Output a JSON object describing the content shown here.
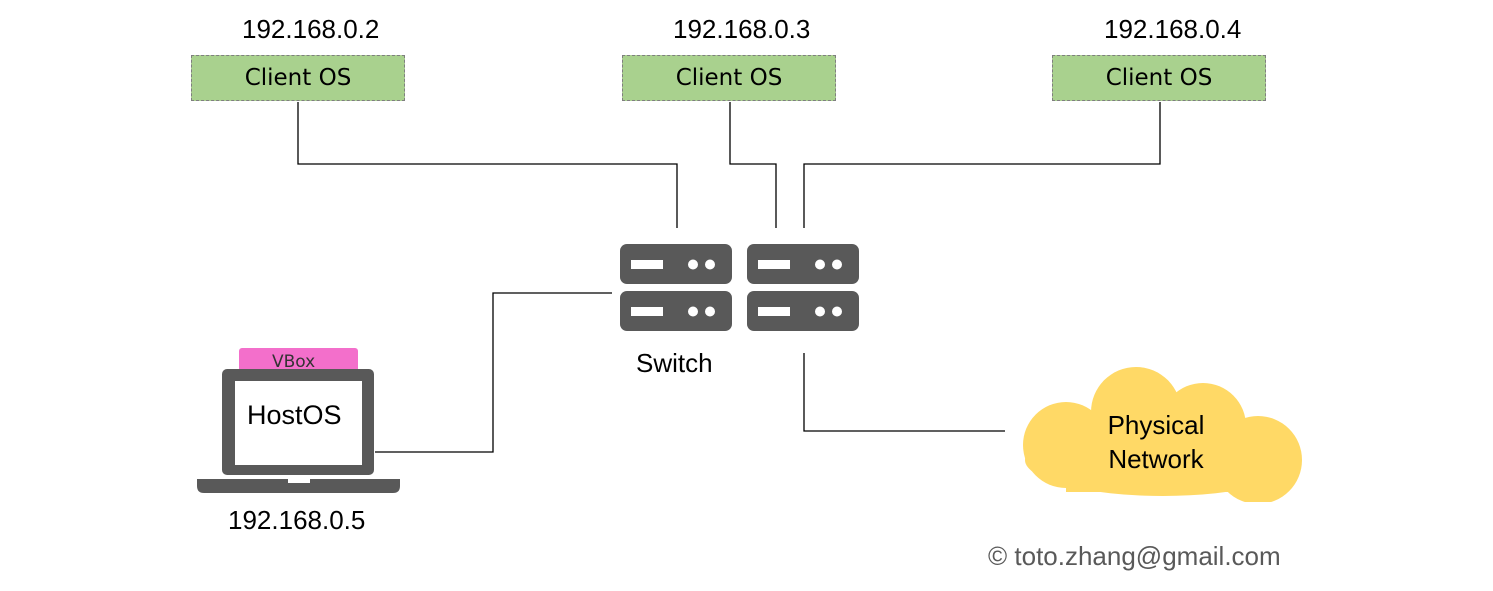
{
  "clients": [
    {
      "ip": "192.168.0.2",
      "label": "Client OS"
    },
    {
      "ip": "192.168.0.3",
      "label": "Client OS"
    },
    {
      "ip": "192.168.0.4",
      "label": "Client OS"
    }
  ],
  "switch": {
    "label": "Switch"
  },
  "host": {
    "label": "HostOS",
    "vm_label": "VBox",
    "ip": "192.168.0.5"
  },
  "cloud": {
    "label": "Physical Network"
  },
  "copyright": "© toto.zhang@gmail.com",
  "colors": {
    "client_box_fill": "#a9d18e",
    "vbox_fill": "#f36fcb",
    "cloud_fill": "#ffd966",
    "device_gray": "#595959"
  },
  "icons": {
    "switch": "rack-server-icon",
    "host": "laptop-icon",
    "network": "cloud-icon"
  }
}
